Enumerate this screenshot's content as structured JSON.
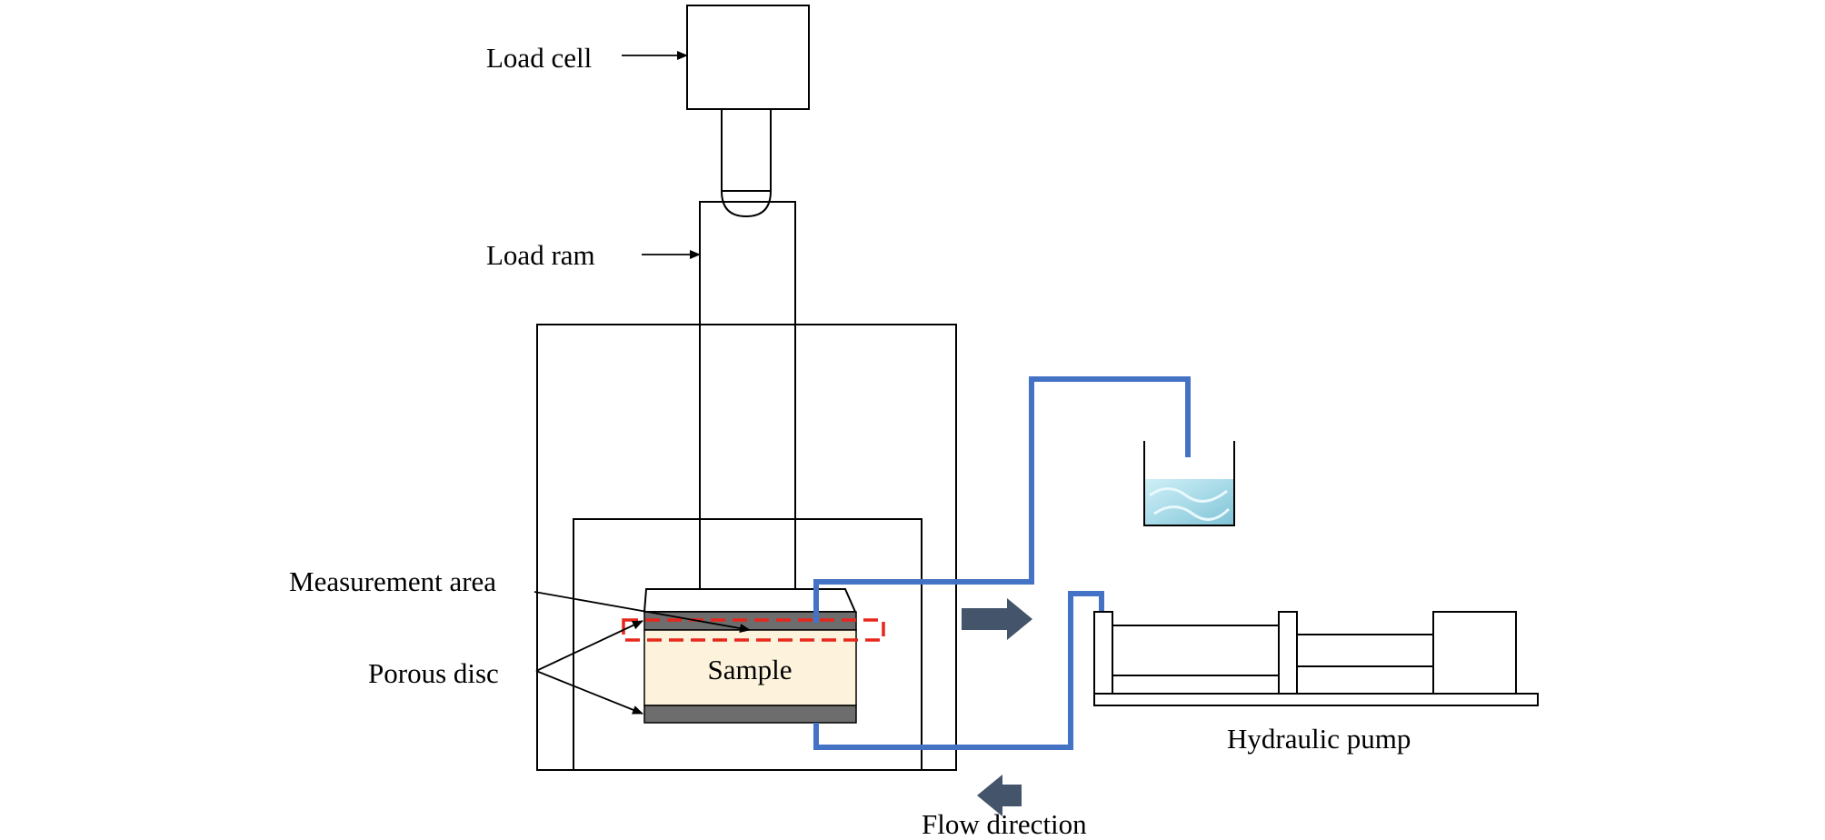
{
  "labels": {
    "load_cell": "Load cell",
    "load_ram": "Load ram",
    "measurement_area": "Measurement area",
    "porous_disc": "Porous disc",
    "sample": "Sample",
    "hydraulic_pump": "Hydraulic pump",
    "flow_direction": "Flow direction"
  },
  "colors": {
    "pipe": "#4472c4",
    "sample_fill": "#fdf3dc",
    "porous_disc": "#6d6d6d",
    "measurement_box": "#e8261c",
    "flow_arrow": "#44546a",
    "water": "#a9dbe8"
  }
}
